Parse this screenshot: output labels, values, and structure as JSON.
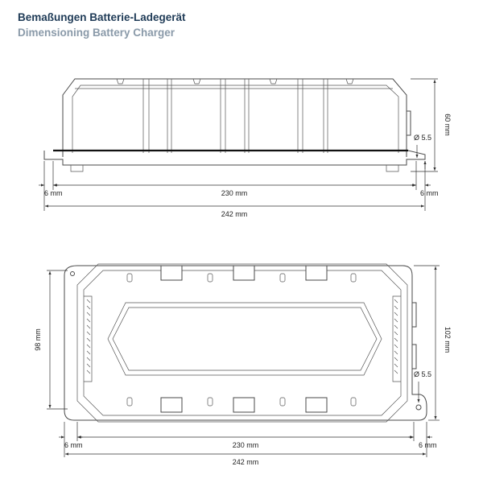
{
  "header": {
    "title_de": "Bemaßungen Batterie-Ladegerät",
    "title_en": "Dimensioning Battery Charger"
  },
  "side_view": {
    "dim_left": "6 mm",
    "dim_middle": "230 mm",
    "dim_right": "6 mm",
    "dim_total": "242 mm",
    "dim_height": "60 mm",
    "dim_hole": "Ø 5.5"
  },
  "top_view": {
    "dim_left": "6 mm",
    "dim_middle": "230 mm",
    "dim_right": "6 mm",
    "dim_total": "242 mm",
    "dim_height_left": "98 mm",
    "dim_height_right": "102 mm",
    "dim_hole": "Ø 5.5"
  },
  "colors": {
    "title_primary": "#1f3b57",
    "title_secondary": "#8a9aa9",
    "line": "#4a4a4a"
  }
}
